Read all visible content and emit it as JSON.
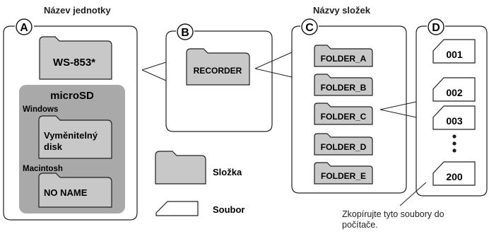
{
  "headers": {
    "unit_name": "Název jednotky",
    "folder_names": "Názvy složek"
  },
  "panels": {
    "A": {
      "letter": "A",
      "device_label": "WS-853*",
      "card_title": "microSD",
      "windows_label": "Windows",
      "windows_folder": "Vyměnitelný disk",
      "mac_label": "Macintosh",
      "mac_folder": "NO NAME"
    },
    "B": {
      "letter": "B",
      "folder": "RECORDER"
    },
    "C": {
      "letter": "C",
      "folders": [
        "FOLDER_A",
        "FOLDER_B",
        "FOLDER_C",
        "FOLDER_D",
        "FOLDER_E"
      ]
    },
    "D": {
      "letter": "D",
      "files": [
        "001",
        "002",
        "003",
        "200"
      ]
    }
  },
  "legend": {
    "folder": "Složka",
    "file": "Soubor"
  },
  "caption": "Zkopírujte tyto soubory do počítače.",
  "colors": {
    "folder_fill": "#c8c8c8",
    "card_fill": "#a9a9a9",
    "stroke": "#231f20"
  }
}
